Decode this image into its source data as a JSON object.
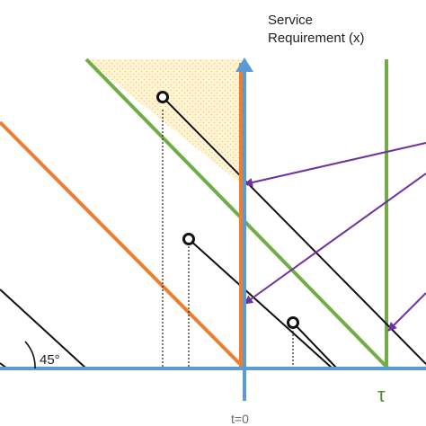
{
  "labels": {
    "service_line_1": "Service",
    "service_line_2": "Requirement (x)",
    "time_zero": "t=0",
    "tau": "τ",
    "angle": "45°"
  },
  "colors": {
    "axis_blue": "#5b9bd5",
    "orange": "#ed7d31",
    "green": "#70ad47",
    "purple": "#7030a0",
    "black": "#111111",
    "shade_fill": "#fff4d6",
    "shade_dot": "#f2cf74"
  },
  "icons": {
    "circle_marker": "circle-marker-icon"
  }
}
